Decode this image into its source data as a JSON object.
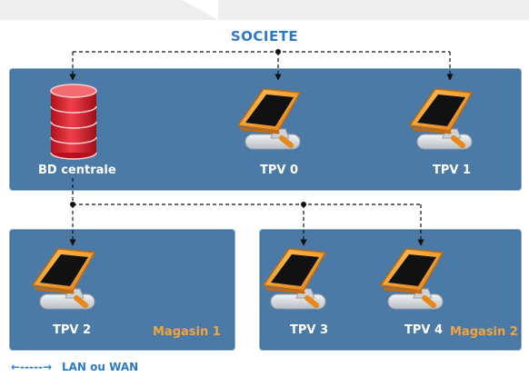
{
  "title": "SOCIETE",
  "nodes": {
    "db": "BD centrale",
    "tpv0": "TPV 0",
    "tpv1": "TPV 1",
    "tpv2": "TPV 2",
    "tpv3": "TPV 3",
    "tpv4": "TPV 4"
  },
  "groups": {
    "magasin1": "Magasin 1",
    "magasin2": "Magasin 2"
  },
  "legend": {
    "arrow": "←-----→",
    "label": "LAN ou WAN"
  },
  "colors": {
    "panel": "#4b7aa6",
    "title": "#2d79c7",
    "shop_label": "#f5a43a",
    "db": "#d9202f",
    "terminal_frame": "#f39a2b"
  }
}
